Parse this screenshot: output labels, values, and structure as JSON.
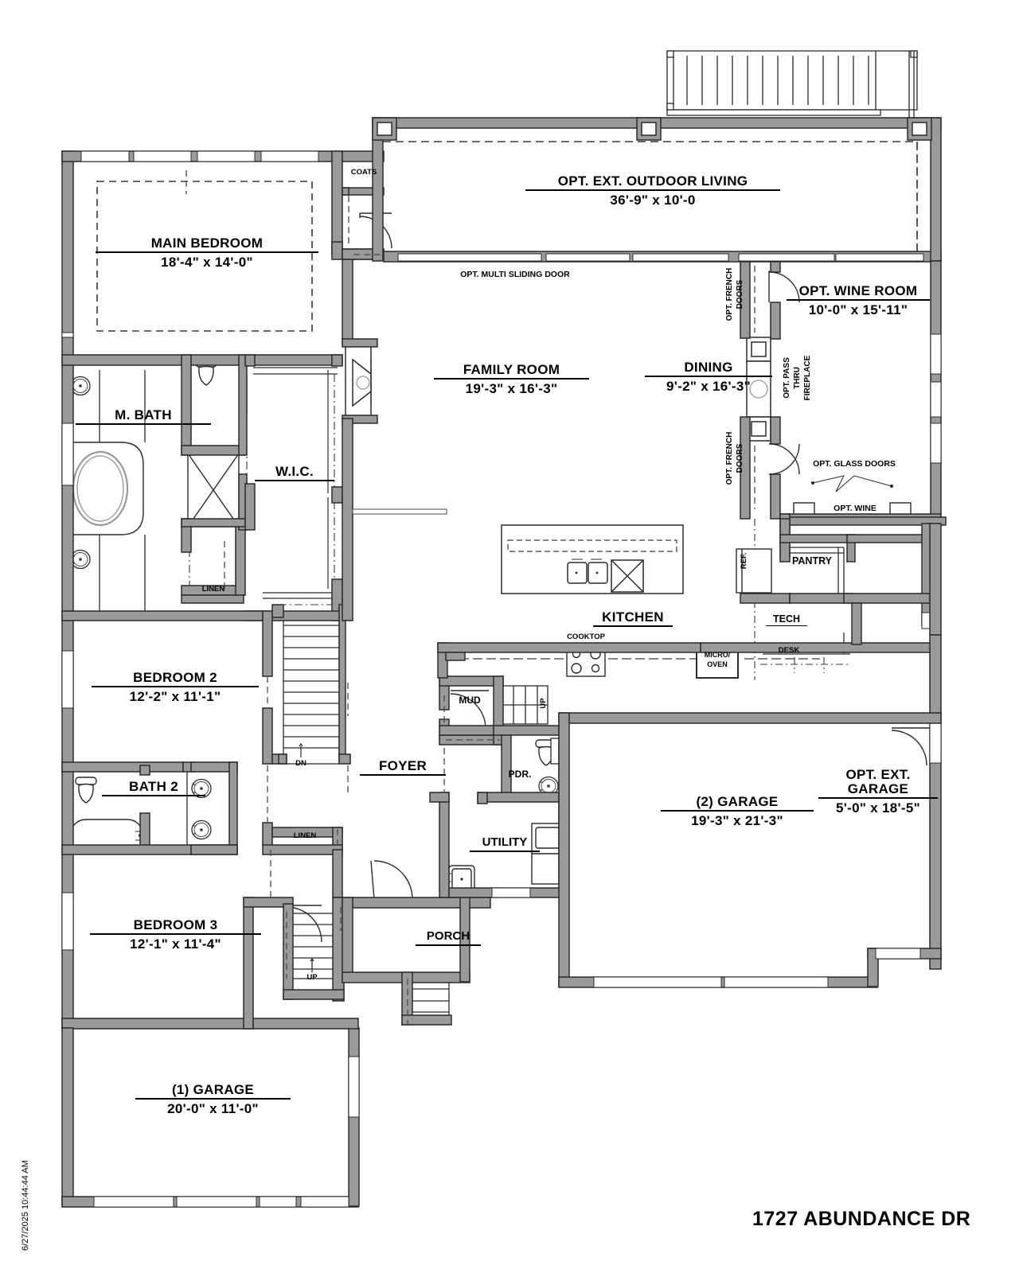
{
  "drawing": {
    "title": "1727 ABUNDANCE DR",
    "print_stamp": "6/27/2025 10:44:44 AM",
    "type": "residential-floor-plan",
    "colors": {
      "wall_fill": "#9a9a9a",
      "wall_stroke": "#2b2b2b",
      "thin_line": "#4a4a4a",
      "text": "#000000",
      "background": "#ffffff"
    }
  },
  "rooms": [
    {
      "key": "main_bedroom",
      "name": "MAIN BEDROOM",
      "dims": "18'-4\" x 14'-0\""
    },
    {
      "key": "m_bath",
      "name": "M. BATH",
      "dims": ""
    },
    {
      "key": "wic",
      "name": "W.I.C.",
      "dims": ""
    },
    {
      "key": "bedroom2",
      "name": "BEDROOM 2",
      "dims": "12'-2\" x 11'-1\""
    },
    {
      "key": "bath2",
      "name": "BATH 2",
      "dims": ""
    },
    {
      "key": "bedroom3",
      "name": "BEDROOM 3",
      "dims": "12'-1\" x 11'-4\""
    },
    {
      "key": "garage1",
      "name": "(1) GARAGE",
      "dims": "20'-0\" x 11'-0\""
    },
    {
      "key": "foyer",
      "name": "FOYER",
      "dims": ""
    },
    {
      "key": "porch",
      "name": "PORCH",
      "dims": ""
    },
    {
      "key": "utility",
      "name": "UTILITY",
      "dims": ""
    },
    {
      "key": "family_room",
      "name": "FAMILY ROOM",
      "dims": "19'-3\" x 16'-3\""
    },
    {
      "key": "dining",
      "name": "DINING",
      "dims": "9'-2\" x 16'-3\""
    },
    {
      "key": "kitchen",
      "name": "KITCHEN",
      "dims": ""
    },
    {
      "key": "garage2",
      "name": "(2) GARAGE",
      "dims": "19'-3\" x 21'-3\""
    },
    {
      "key": "outdoor_living",
      "name": "OPT. EXT. OUTDOOR LIVING",
      "dims": "36'-9\" x 10'-0"
    },
    {
      "key": "wine_room",
      "name": "OPT. WINE ROOM",
      "dims": "10'-0\" x 15'-11\""
    },
    {
      "key": "ext_garage",
      "name": "OPT. EXT. GARAGE",
      "dims": "5'-0\" x 18'-5\""
    }
  ],
  "small_labels": [
    {
      "key": "coats",
      "text": "COATS"
    },
    {
      "key": "linen_1",
      "text": "LINEN"
    },
    {
      "key": "linen_2",
      "text": "LINEN"
    },
    {
      "key": "mud",
      "text": "MUD"
    },
    {
      "key": "pdr",
      "text": "PDR."
    },
    {
      "key": "pantry",
      "text": "PANTRY"
    },
    {
      "key": "tech",
      "text": "TECH"
    },
    {
      "key": "desk",
      "text": "DESK"
    },
    {
      "key": "ref",
      "text": "REF."
    },
    {
      "key": "cooktop",
      "text": "COOKTOP"
    },
    {
      "key": "micro",
      "text": "MICRO/\nOVEN"
    },
    {
      "key": "micro_l1",
      "text": "MICRO/"
    },
    {
      "key": "micro_l2",
      "text": "OVEN"
    },
    {
      "key": "dn",
      "text": "DN"
    },
    {
      "key": "up_1",
      "text": "UP"
    },
    {
      "key": "up_2",
      "text": "UP"
    }
  ],
  "annotations": [
    {
      "key": "multi_sliding",
      "text": "OPT. MULTI SLIDING DOOR",
      "rotation": 0
    },
    {
      "key": "french_doors_1",
      "text": "OPT. FRENCH DOORS",
      "rotation": -90
    },
    {
      "key": "french_doors_2",
      "text": "OPT. FRENCH DOORS",
      "rotation": -90
    },
    {
      "key": "pass_thru_fp",
      "text": "OPT. PASS THRU FIREPLACE",
      "rotation": -90
    },
    {
      "key": "glass_doors",
      "text": "OPT. GLASS DOORS",
      "rotation": 0
    },
    {
      "key": "opt_wine",
      "text": "OPT. WINE",
      "rotation": 0
    }
  ],
  "annotation_lines": {
    "pass_thru_l1": "OPT. PASS",
    "pass_thru_l2": "THRU",
    "pass_thru_l3": "FIREPLACE",
    "french_l1": "OPT. FRENCH",
    "french_l2": "DOORS"
  }
}
